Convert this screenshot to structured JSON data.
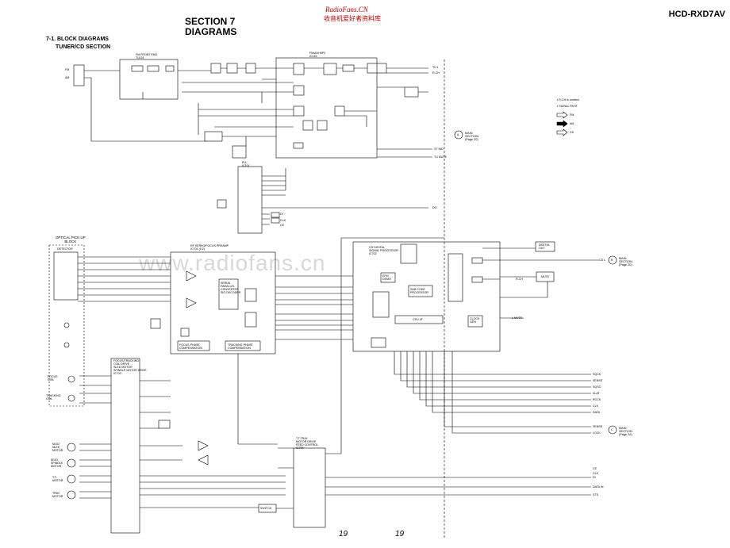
{
  "header": {
    "model": "HCD-RXD7AV",
    "section_line1": "SECTION 7",
    "section_line2": "DIAGRAMS",
    "watermark_url": "RadioFans.CN",
    "watermark_cn": "收音机爱好者资料库"
  },
  "subtitle": {
    "line1": "7-1. BLOCK DIAGRAMS",
    "line2": "TUNER/CD SECTION"
  },
  "watermark": "www.radiofans.cn",
  "page_numbers": [
    "19",
    "19"
  ],
  "blocks": {
    "fm_front_end": "FM FRONT END\nTU101",
    "fm_am_mpx": "FM/AM MPX\nIC152",
    "pll": "PLL\nIC101",
    "rf_servo": "RF SERVO/FOCUS PREAMP\nIC701 (1/2)",
    "dsp": "CD DIGITAL\nSIGNAL PROCESSOR\nIC702",
    "coil_driver": "FOCUS/TRACKING\nCOIL DRIVE\nSLED MOTOR\nSPINDLE MOTOR DRIVE\nIC703",
    "tt_motor": "T.T.TRAY\nMOTOR DRIVE\nFEED CONTROL\nIC704",
    "optical_pickup": "OPTICAL PICK-UP\nBLOCK",
    "detector": "DETECTOR",
    "serial_converter": "SERIAL\nPARALLEL\nCONVERTER\nSIG.DECODER",
    "focus_comp": "FOCUS PHASE\nCOMPENSATION",
    "tracking_comp": "TRACKING PHASE\nCOMPENSATION",
    "subcode": "SUB CODE\nPROCESSOR",
    "cpu_if": "CPU I/F",
    "digital_out": "DIGITAL\nOUT",
    "mute_block": "MUTE",
    "clock_gen": "CLOCK\nGEN",
    "efm": "EFM\nDEMO",
    "switch": "SWITCH"
  },
  "signal_labels": {
    "fm_in": "FM",
    "am_in": "AM",
    "tu_l": "TU L",
    "tu_r": "R-CH",
    "st_ind": "ST IND",
    "tu_mute": "TU MUTE",
    "do": "DO",
    "di": "DI",
    "ce": "CE",
    "clk": "CLK",
    "cd_l": "CD L",
    "cd_r": "R-CH",
    "lmute": "L MUTE",
    "sqck": "SQCK",
    "sens": "SENSE",
    "sqso": "SQSO",
    "xlat": "XLAT",
    "rock": "RCCK",
    "clk2": "CLK",
    "data": "DATA",
    "sense2": "SENSE",
    "lock": "LOCK",
    "ce2": "CE",
    "clk3": "CLK",
    "di2": "DI",
    "datain": "DATA IN",
    "sts": "STS"
  },
  "connectors": {
    "a_main": "A",
    "a_main_text": "MAIN\nSECTION\n(Page 20)",
    "b_main": "B",
    "b_main_text": "MAIN\nSECTION\n(Page 20)",
    "c_main": "C",
    "c_main_text": "MAIN\nSECTION\n(Page 20)"
  },
  "legend": {
    "title1": "• R-CH is omitted",
    "title2": "• SIGNAL PATH",
    "fm": "FM",
    "am": "AM",
    "cd": "CD"
  },
  "motors": {
    "focus": "FOCUS\nCOIL",
    "tracking": "TRACKING\nCOIL",
    "sled": "M102\nSLED\nMOTOR",
    "spindle": "M101\nSPINDLE\nMOTOR",
    "tt": "T.T.\nMOTOR",
    "tray": "TRAY\nMOTOR"
  },
  "colors": {
    "line": "#000000",
    "watermark_red": "#c00000"
  }
}
